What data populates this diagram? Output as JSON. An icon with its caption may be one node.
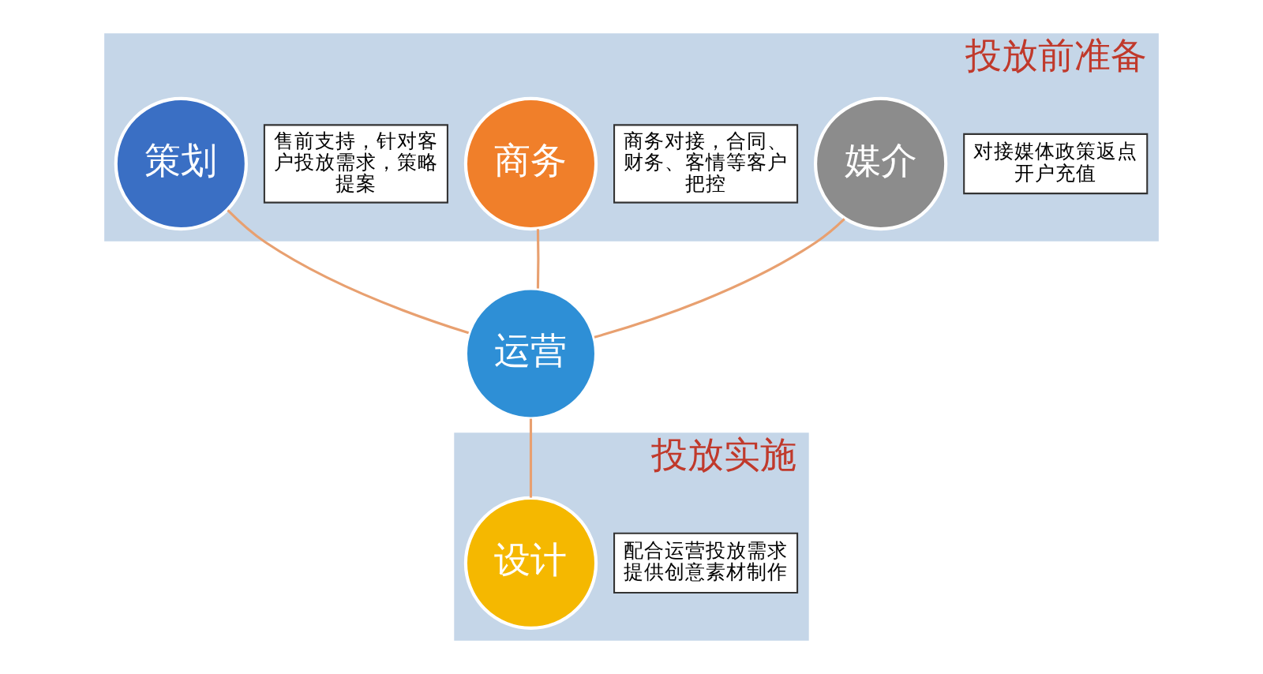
{
  "diagram": {
    "nodes": [
      {
        "text": [
          "投放前准备"
        ]
      },
      {
        "text": [
          "策划"
        ],
        "in": 0,
        "beside": [
          "售前支持，针对客户投放需求，策略提案"
        ]
      },
      {
        "text": [
          "商务"
        ],
        "in": 0,
        "beside": [
          "商务对接，合同、财务、客情等客户把控"
        ]
      },
      {
        "text": [
          "媒介"
        ],
        "in": 0,
        "beside": [
          "对接媒体政策返点开户充值"
        ]
      },
      {
        "text": [
          "运营"
        ]
      },
      {
        "text": [
          "投放实施"
        ]
      },
      {
        "text": [
          "设计"
        ],
        "in": 5,
        "beside": [
          "配合运营投放需求提供创意素材制作"
        ]
      }
    ],
    "edges": [
      {
        "from": 4,
        "to": 1,
        "arrow": "none"
      },
      {
        "from": 4,
        "to": 2,
        "arrow": "none"
      },
      {
        "from": 4,
        "to": 3,
        "arrow": "none"
      },
      {
        "from": 4,
        "to": 6,
        "arrow": "none"
      }
    ]
  }
}
